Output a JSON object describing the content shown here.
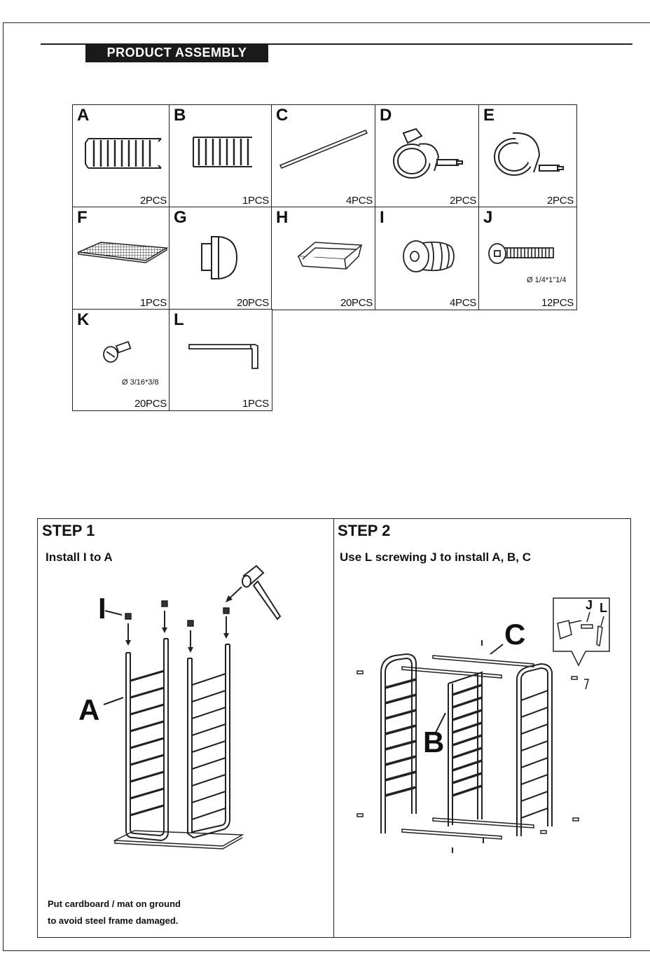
{
  "header": {
    "title": "PRODUCT ASSEMBLY"
  },
  "parts": [
    {
      "letter": "A",
      "qty": "2PCS"
    },
    {
      "letter": "B",
      "qty": "1PCS"
    },
    {
      "letter": "C",
      "qty": "4PCS"
    },
    {
      "letter": "D",
      "qty": "2PCS"
    },
    {
      "letter": "E",
      "qty": "2PCS"
    },
    {
      "letter": "F",
      "qty": "1PCS"
    },
    {
      "letter": "G",
      "qty": "20PCS"
    },
    {
      "letter": "H",
      "qty": "20PCS"
    },
    {
      "letter": "I",
      "qty": "4PCS"
    },
    {
      "letter": "J",
      "qty": "12PCS",
      "spec": "Ø 1/4*1\"1/4"
    },
    {
      "letter": "K",
      "qty": "20PCS",
      "spec": "Ø 3/16*3/8"
    },
    {
      "letter": "L",
      "qty": "1PCS"
    }
  ],
  "step1": {
    "title": "STEP 1",
    "instruction": "Install I to A",
    "callout_i": "I",
    "callout_a": "A",
    "note_line1": "Put cardboard / mat on ground",
    "note_line2": "to avoid steel frame damaged."
  },
  "step2": {
    "title": "STEP 2",
    "instruction": "Use L screwing J to install A, B, C",
    "callout_c": "C",
    "callout_b": "B",
    "callout_j": "J",
    "callout_l": "L"
  }
}
